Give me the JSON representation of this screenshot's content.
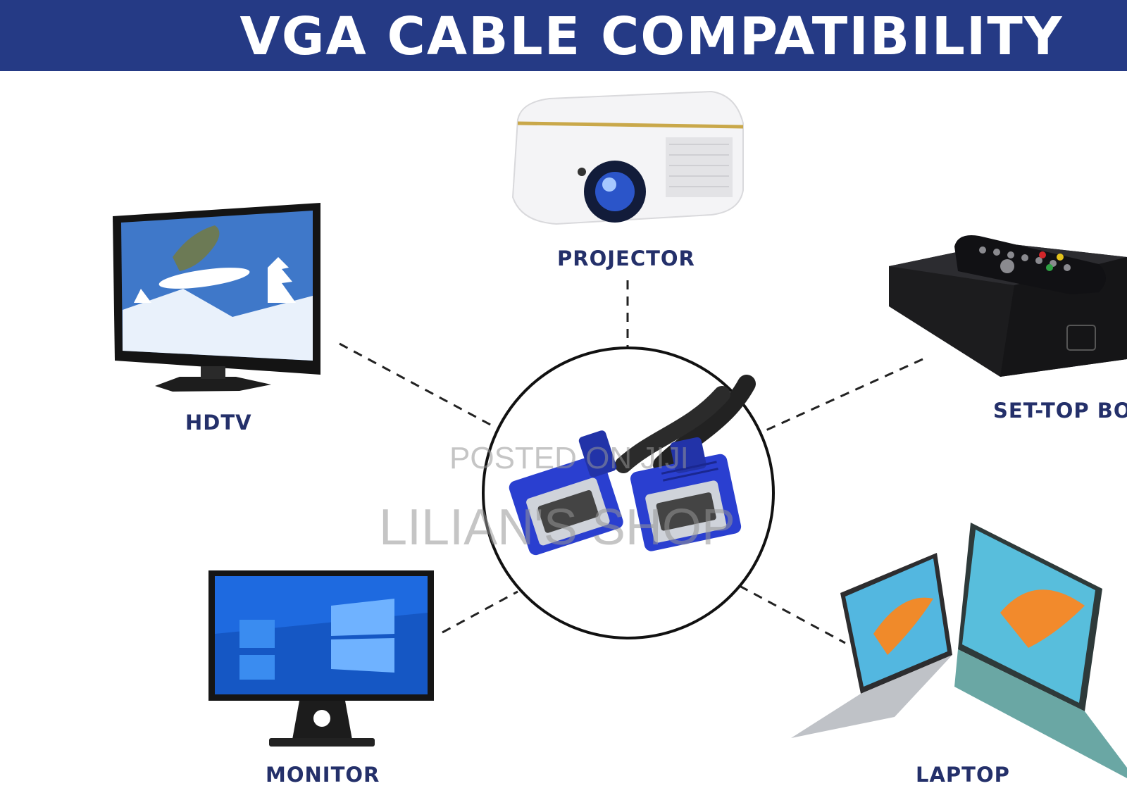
{
  "title": "VGA CABLE COMPATIBILITY",
  "devices": [
    {
      "id": "projector",
      "label": "PROJECTOR"
    },
    {
      "id": "hdtv",
      "label": "HDTV"
    },
    {
      "id": "set-top-box",
      "label": "SET-TOP BO"
    },
    {
      "id": "monitor",
      "label": "MONITOR"
    },
    {
      "id": "laptop",
      "label": "LAPTOP"
    }
  ],
  "watermark": {
    "line1": "POSTED ON JIJI",
    "line2": "LILIAN'S SHOP"
  },
  "colors": {
    "banner": "#253a85",
    "label": "#24306a",
    "connector": "#2a3fd0"
  }
}
